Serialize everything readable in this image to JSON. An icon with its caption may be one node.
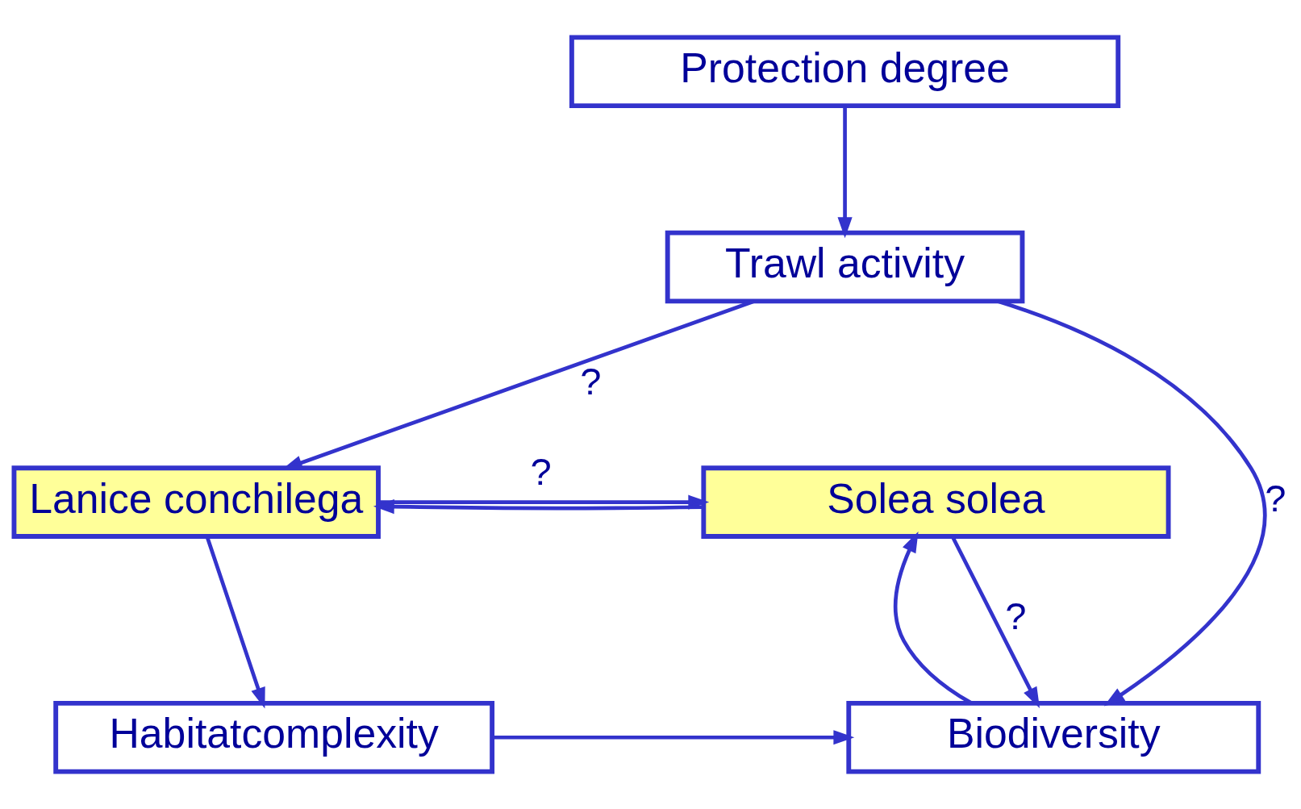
{
  "diagram": {
    "nodes": [
      {
        "text": [
          "Protection degree"
        ]
      },
      {
        "text": [
          "Trawl activity"
        ]
      },
      {
        "text": [
          "Lanice conchilega"
        ]
      },
      {
        "text": [
          "Solea solea"
        ]
      },
      {
        "text": [
          "Habitatcomplexity"
        ]
      },
      {
        "text": [
          "Biodiversity"
        ]
      }
    ],
    "edges": [
      {
        "from": 0,
        "to": 1,
        "arrow": "to"
      },
      {
        "from": 1,
        "to": 2,
        "arrow": "to",
        "label": "?"
      },
      {
        "from": 1,
        "to": 5,
        "arrow": "to",
        "label": "?"
      },
      {
        "from": 2,
        "to": 3,
        "arrow": "to",
        "label": "?"
      },
      {
        "from": 3,
        "to": 2,
        "arrow": "to"
      },
      {
        "from": 2,
        "to": 4,
        "arrow": "to"
      },
      {
        "from": 4,
        "to": 5,
        "arrow": "to"
      },
      {
        "from": 5,
        "to": 3,
        "arrow": "to"
      },
      {
        "from": 3,
        "to": 5,
        "arrow": "to",
        "label": "?"
      }
    ]
  }
}
